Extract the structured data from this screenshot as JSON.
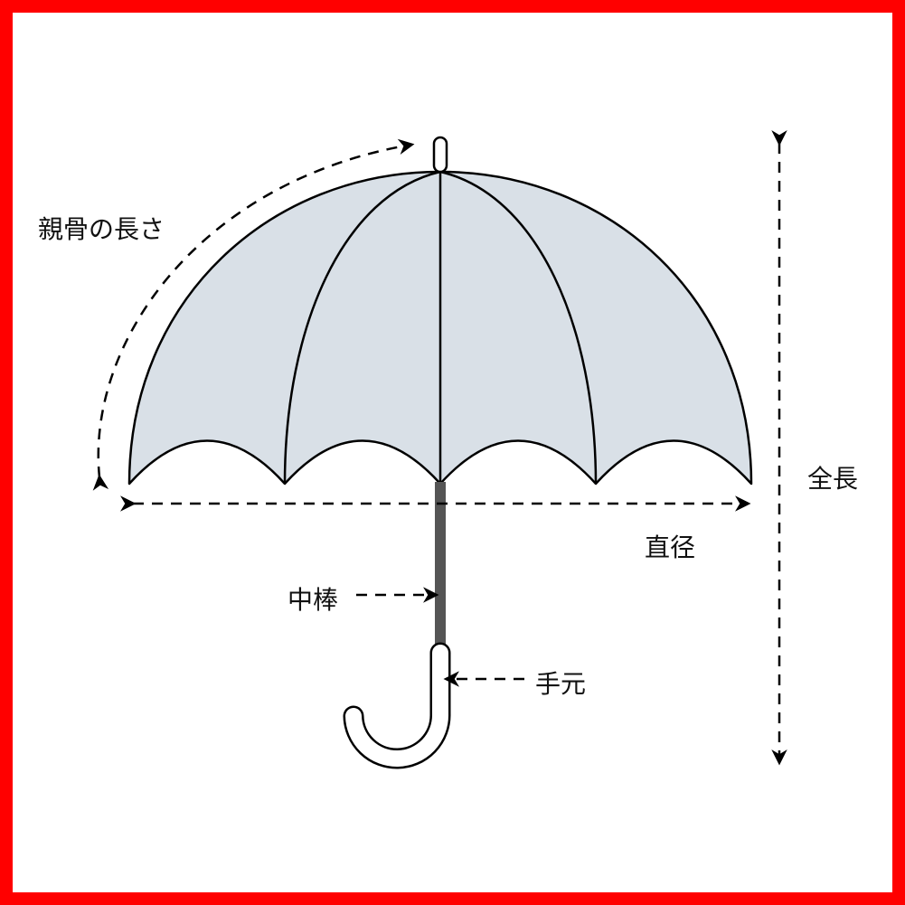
{
  "labels": {
    "rib_length": "親骨の長さ",
    "total_length": "全長",
    "diameter": "直径",
    "shaft": "中棒",
    "handle": "手元"
  },
  "colors": {
    "border": "#ff0000",
    "canopy": "#d9e0e7",
    "shaft": "#555555",
    "line": "#000000"
  }
}
